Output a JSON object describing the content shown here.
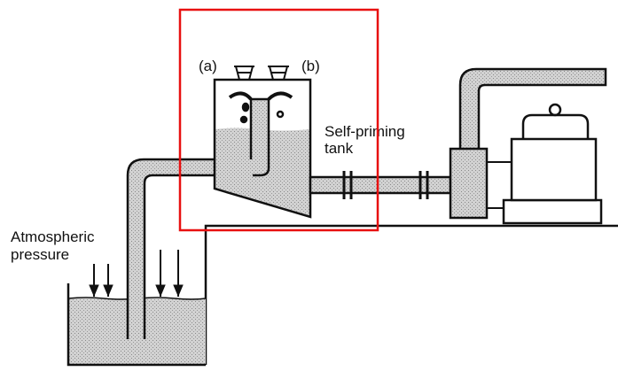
{
  "diagram": {
    "labels": {
      "valve_a": "(a)",
      "valve_b": "(b)",
      "tank_line1": "Self-priming",
      "tank_line2": "tank",
      "atm_line1": "Atmospheric",
      "atm_line2": "pressure"
    },
    "colors": {
      "highlight": "#e81010",
      "liquid": "#c4c4c4",
      "stroke": "#111111"
    }
  }
}
